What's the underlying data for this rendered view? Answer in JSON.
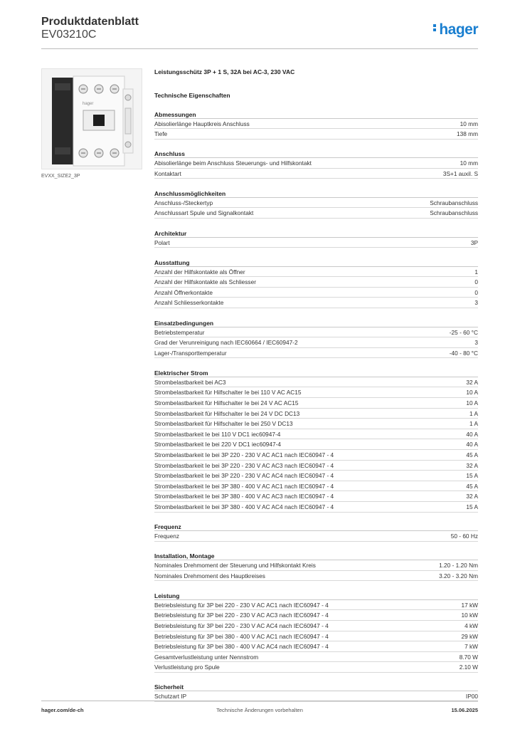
{
  "header": {
    "title": "Produktdatenblatt",
    "subtitle": "EV03210C",
    "logo_text": "hager",
    "brand_color": "#1a7fd0"
  },
  "image": {
    "caption": "EVXX_SIZE2_3P",
    "logo_on_device": "hager"
  },
  "product": {
    "description": "Leistungsschütz 3P + 1 S, 32A bei AC-3, 230 VAC",
    "tech_title": "Technische Eigenschaften"
  },
  "sections": [
    {
      "title": "Abmessungen",
      "rows": [
        {
          "label": "Abisolierlänge Hauptkreis Anschluss",
          "value": "10 mm"
        },
        {
          "label": "Tiefe",
          "value": "138 mm"
        }
      ]
    },
    {
      "title": "Anschluss",
      "rows": [
        {
          "label": "Abisolierlänge beim Anschluss Steuerungs- und Hilfskontakt",
          "value": "10 mm"
        },
        {
          "label": "Kontaktart",
          "value": "3S+1 auxil. S"
        }
      ]
    },
    {
      "title": "Anschlussmöglichkeiten",
      "rows": [
        {
          "label": "Anschluss-/Steckertyp",
          "value": "Schraubanschluss"
        },
        {
          "label": "Anschlussart Spule und Signalkontakt",
          "value": "Schraubanschluss"
        }
      ]
    },
    {
      "title": "Architektur",
      "rows": [
        {
          "label": "Polart",
          "value": "3P"
        }
      ]
    },
    {
      "title": "Ausstattung",
      "rows": [
        {
          "label": "Anzahl der Hilfskontakte als Öffner",
          "value": "1"
        },
        {
          "label": "Anzahl der Hilfskontakte als Schliesser",
          "value": "0"
        },
        {
          "label": "Anzahl Öffnerkontakte",
          "value": "0"
        },
        {
          "label": "Anzahl Schliesserkontakte",
          "value": "3"
        }
      ]
    },
    {
      "title": "Einsatzbedingungen",
      "rows": [
        {
          "label": "Betriebstemperatur",
          "value": "-25 - 60 °C"
        },
        {
          "label": "Grad der Verunreinigung nach IEC60664 / IEC60947-2",
          "value": "3"
        },
        {
          "label": "Lager-/Transporttemperatur",
          "value": "-40 - 80 °C"
        }
      ]
    },
    {
      "title": "Elektrischer Strom",
      "rows": [
        {
          "label": "Strombelastbarkeit bei AC3",
          "value": "32 A"
        },
        {
          "label": "Strombelastbarkeit für Hilfschalter Ie bei 110 V AC AC15",
          "value": "10 A"
        },
        {
          "label": "Strombelastbarkeit für Hilfschalter Ie bei 24 V AC AC15",
          "value": "10 A"
        },
        {
          "label": "Strombelastbarkeit für Hilfschalter Ie bei 24 V DC DC13",
          "value": "1 A"
        },
        {
          "label": "Strombelastbarkeit für Hilfschalter Ie bei 250 V DC13",
          "value": "1 A"
        },
        {
          "label": "Strombelastbarkeit Ie bei 110 V DC1 iec60947-4",
          "value": "40 A"
        },
        {
          "label": "Strombelastbarkeit Ie bei 220 V DC1 iec60947-4",
          "value": "40 A"
        },
        {
          "label": "Strombelastbarkeit Ie bei 3P 220 - 230 V AC AC1 nach IEC60947 - 4",
          "value": "45 A"
        },
        {
          "label": "Strombelastbarkeit Ie bei 3P 220 - 230 V AC AC3 nach IEC60947 - 4",
          "value": "32 A"
        },
        {
          "label": "Strombelastbarkeit Ie bei 3P 220 - 230 V AC AC4 nach IEC60947 - 4",
          "value": "15 A"
        },
        {
          "label": "Strombelastbarkeit Ie bei 3P 380 - 400 V AC AC1 nach IEC60947 - 4",
          "value": "45 A"
        },
        {
          "label": "Strombelastbarkeit Ie bei 3P 380 - 400 V AC AC3 nach IEC60947 - 4",
          "value": "32 A"
        },
        {
          "label": "Strombelastbarkeit Ie bei 3P 380 - 400 V AC AC4 nach IEC60947 - 4",
          "value": "15 A"
        }
      ]
    },
    {
      "title": "Frequenz",
      "rows": [
        {
          "label": "Frequenz",
          "value": "50 - 60 Hz"
        }
      ]
    },
    {
      "title": "Installation, Montage",
      "rows": [
        {
          "label": "Nominales Drehmoment der Steuerung und Hilfskontakt Kreis",
          "value": "1.20 - 1.20 Nm"
        },
        {
          "label": "Nominales Drehmoment des Hauptkreises",
          "value": "3.20 - 3.20 Nm"
        }
      ]
    },
    {
      "title": "Leistung",
      "rows": [
        {
          "label": "Betriebsleistung für 3P bei 220 - 230 V AC AC1 nach IEC60947 - 4",
          "value": "17 kW"
        },
        {
          "label": "Betriebsleistung für 3P bei 220 - 230 V AC AC3 nach IEC60947 - 4",
          "value": "10 kW"
        },
        {
          "label": "Betriebsleistung für 3P bei 220 - 230 V AC AC4 nach IEC60947 - 4",
          "value": "4 kW"
        },
        {
          "label": "Betriebsleistung für 3P bei 380 - 400 V AC AC1 nach IEC60947 - 4",
          "value": "29 kW"
        },
        {
          "label": "Betriebsleistung für 3P bei 380 - 400 V AC AC4 nach IEC60947 - 4",
          "value": "7 kW"
        },
        {
          "label": "Gesamtverlustleistung unter Nennstrom",
          "value": "8.70 W"
        },
        {
          "label": "Verlustleistung pro Spule",
          "value": "2.10 W"
        }
      ]
    },
    {
      "title": "Sicherheit",
      "rows": [
        {
          "label": "Schutzart IP",
          "value": "IP00"
        }
      ]
    }
  ],
  "footer": {
    "website": "hager.com/de-ch",
    "notice": "Technische Änderungen vorbehalten",
    "date": "15.06.2025"
  }
}
